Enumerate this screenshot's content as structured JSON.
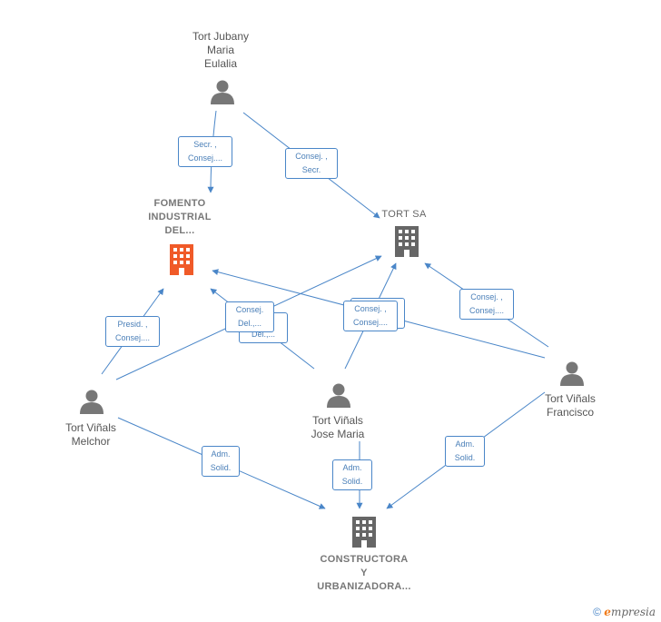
{
  "persons": {
    "tort_jubany": {
      "lines": [
        "Tort Jubany",
        "Maria",
        "Eulalia"
      ]
    },
    "tort_melchor": {
      "lines": [
        "Tort Viñals",
        "Melchor"
      ]
    },
    "tort_jose": {
      "lines": [
        "Tort Viñals",
        "Jose Maria"
      ]
    },
    "tort_francisco": {
      "lines": [
        "Tort Viñals",
        "Francisco"
      ]
    }
  },
  "companies": {
    "fomento": {
      "lines": [
        "FOMENTO",
        "INDUSTRIAL",
        "DEL..."
      ],
      "color": "#f05a28"
    },
    "tort_sa": {
      "lines": [
        "TORT SA"
      ],
      "color": "#666666"
    },
    "constructora": {
      "lines": [
        "CONSTRUCTORA",
        "Y",
        "URBANIZADORA..."
      ],
      "color": "#666666"
    }
  },
  "edges": {
    "e1": [
      "Secr. ,",
      "Consej...."
    ],
    "e2": [
      "Consej. ,",
      "Secr."
    ],
    "e3": [
      "Presid. ,",
      "Consej...."
    ],
    "e4": [
      "Consej.",
      "Del.,..."
    ],
    "e5": [
      "Del.,..."
    ],
    "e6": [
      "Consej. ,",
      "Consej...."
    ],
    "e7": [
      "Consej. ,",
      "Consej...."
    ],
    "e8": [
      "Adm.",
      "Solid."
    ],
    "e9": [
      "Adm.",
      "Solid."
    ],
    "e10": [
      "Adm.",
      "Solid."
    ]
  },
  "colors": {
    "line": "#4a86c8",
    "person": "#777777"
  },
  "footer": {
    "copyright": "©",
    "brand_e": "e",
    "brand_rest": "mpresia"
  }
}
